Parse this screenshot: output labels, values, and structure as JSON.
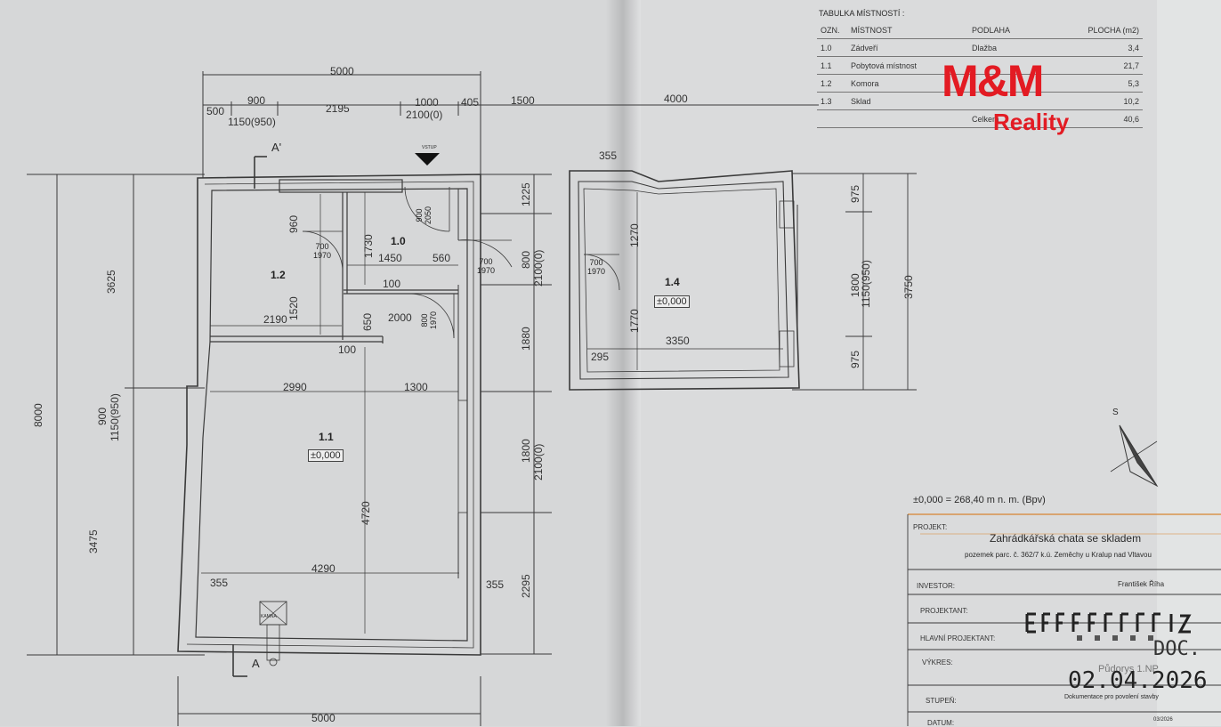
{
  "room_table": {
    "title": "TABULKA MÍSTNOSTÍ :",
    "headers": [
      "OZN.",
      "MÍSTNOST",
      "PODLAHA",
      "PLOCHA (m2)"
    ],
    "rows": [
      [
        "1.0",
        "Zádveří",
        "Dlažba",
        "3,4"
      ],
      [
        "1.1",
        "Pobytová místnost",
        "",
        "21,7"
      ],
      [
        "1.2",
        "Komora",
        "",
        "5,3"
      ],
      [
        "1.3",
        "Sklad",
        "",
        "10,2"
      ],
      [
        "",
        "",
        "",
        "40,6"
      ]
    ],
    "total_label": "Celkem"
  },
  "logo": {
    "main": "M&M",
    "sub": "Reality"
  },
  "plan_left": {
    "dims_top": [
      "5000",
      "500",
      "900",
      "1150(950)",
      "2195",
      "1000",
      "2100(0)",
      "405"
    ],
    "dims_left": [
      "3625",
      "8000",
      "900",
      "1150(950)",
      "3475"
    ],
    "dims_right": [
      "1225",
      "800",
      "2100(0)",
      "1880",
      "1800",
      "2100(0)",
      "2295"
    ],
    "dims_bottom": [
      "5000"
    ],
    "dims_inner": [
      "960",
      "1730",
      "1450",
      "560",
      "1520",
      "100",
      "2190",
      "650",
      "2000",
      "100",
      "2990",
      "1300",
      "4720",
      "4290",
      "355",
      "355"
    ],
    "vstup": "VSTUP",
    "section_marks": [
      "A'",
      "A"
    ],
    "rooms": [
      {
        "id": "1.0"
      },
      {
        "id": "1.2"
      },
      {
        "id": "1.1",
        "level": "±0,000"
      }
    ],
    "doors": [
      {
        "w": "700",
        "h": "1970"
      },
      {
        "w": "700",
        "h": "1970"
      },
      {
        "w": "900",
        "h": "2050"
      },
      {
        "w": "800",
        "h": "1970"
      }
    ],
    "stove": "KAMNA"
  },
  "plan_right": {
    "dims_top": [
      "1500",
      "4000"
    ],
    "dims_right": [
      "975",
      "1800",
      "1150(950)",
      "3750",
      "975"
    ],
    "dims_inner": [
      "355",
      "1270",
      "1770",
      "3350",
      "295"
    ],
    "door": {
      "w": "700",
      "h": "1970"
    },
    "room": {
      "id": "1.4",
      "level": "±0,000"
    },
    "north": "S"
  },
  "title_block": {
    "elevation": "±0,000 = 268,40 m n. m. (Bpv)",
    "projekt_label": "PROJEKT:",
    "projekt_title": "Zahrádkářská chata se skladem",
    "projekt_sub": "pozemek parc. č. 362/7 k.ú. Zeměchy u Kralup nad Vltavou",
    "investor_label": "INVESTOR:",
    "investor": "František Říha",
    "projektant_label": "PROJEKTANT:",
    "hlavni_label": "HLAVNÍ PROJEKTANT:",
    "vykres_label": "VÝKRES:",
    "vykres": "Půdorys 1.NP",
    "stupen_label": "STUPEŇ:",
    "stupen": "Dokumentace pro povolení stavby",
    "datum_label": "DATUM:",
    "datum": "03/2026",
    "stamp_doc": "DOC.",
    "stamp_date": "02.04.2026"
  },
  "colors": {
    "brand": "#e31b23",
    "line": "#3a3a3a",
    "paper": "#dcdddd"
  }
}
